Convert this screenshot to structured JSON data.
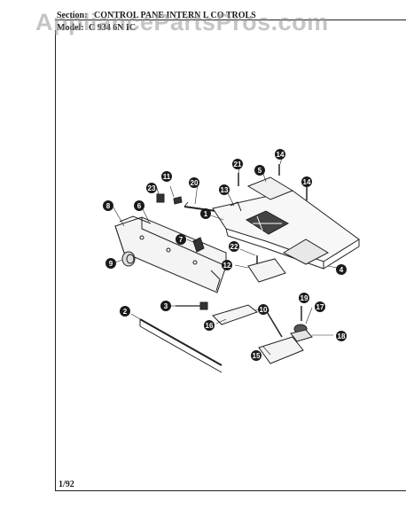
{
  "header": {
    "section_label": "Section:",
    "section_title": "CONTROL PANE  INTERN L CO TROLS",
    "model_label": "Model:",
    "model_value": "C  934  6N  IC"
  },
  "watermark": "AppliancePartsPros.com",
  "footer": {
    "date": "1/92"
  },
  "callouts": [
    "1",
    "2",
    "3",
    "4",
    "5",
    "6",
    "7",
    "8",
    "9",
    "10",
    "11",
    "12",
    "13",
    "14",
    "14",
    "15",
    "16",
    "17",
    "18",
    "19",
    "20",
    "21",
    "22",
    "23"
  ]
}
